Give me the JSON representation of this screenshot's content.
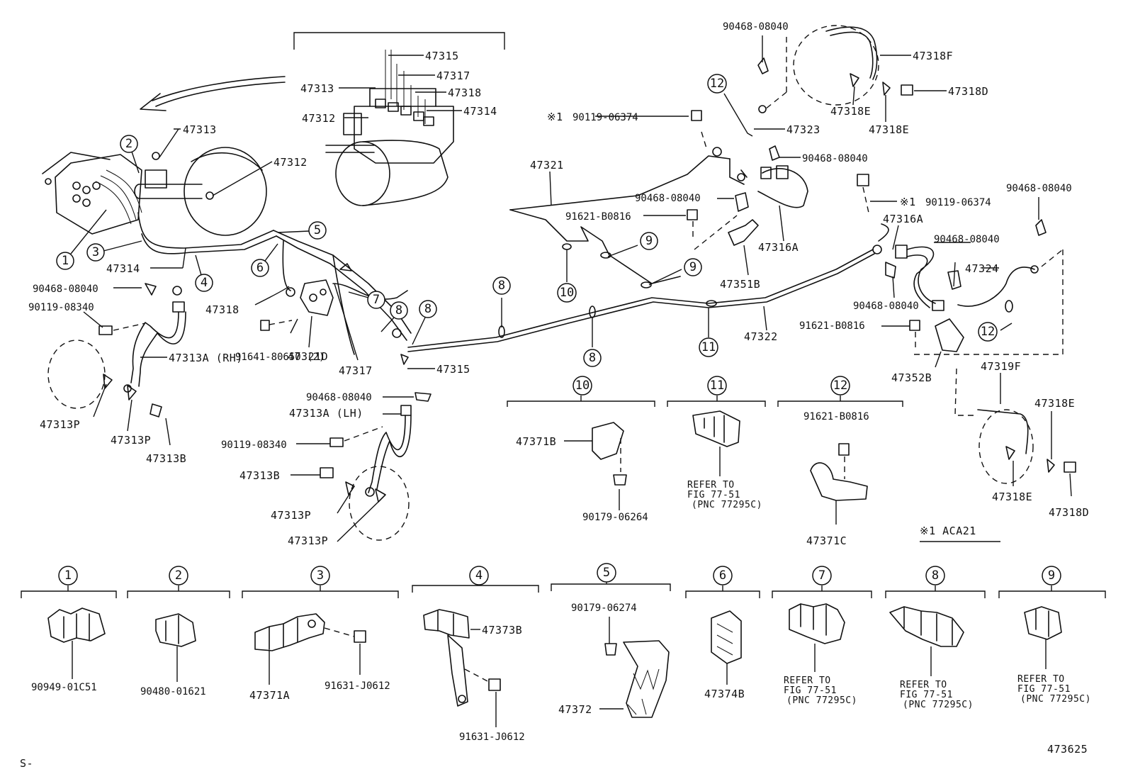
{
  "labels": {
    "p47315a": "47315",
    "p47317a": "47317",
    "p47313a": "47313",
    "p47318a": "47318",
    "p47312a": "47312",
    "p47314a": "47314",
    "p47313b": "47313",
    "p47312b": "47312",
    "p47314b": "47314",
    "p90468a": "90468-08040",
    "p90119a": "90119-08340",
    "p47313A_rh": "47313A (RH)",
    "p47313P_a": "47313P",
    "p47313P_b": "47313P",
    "p47313B_a": "47313B",
    "p47318b": "47318",
    "p91641": "91641-80650 (2)",
    "p47321D": "47321D",
    "p47317b": "47317",
    "p47315b": "47315",
    "p90468b": "90468-08040",
    "p47313A_lh": "47313A (LH)",
    "p90119b": "90119-08340",
    "p47313B_b": "47313B",
    "p47313P_c": "47313P",
    "p47313P_d": "47313P",
    "p90468c": "90468-08040",
    "p47318F": "47318F",
    "p47318D_a": "47318D",
    "p47318E_a": "47318E",
    "p47318E_b": "47318E",
    "p90119c": "90119-06374",
    "p47323": "47323",
    "p47321": "47321",
    "p90468d": "90468-08040",
    "p90468e": "90468-08040",
    "p91621a": "91621-B0816",
    "p47316A_a": "47316A",
    "p47351B": "47351B",
    "p90119d": "90119-06374",
    "p47316A_b": "47316A",
    "p90468f": "90468-08040",
    "p90468g": "90468-08040",
    "p47324": "47324",
    "p90468h": "90468-08040",
    "p91621b": "91621-B0816",
    "p47322": "47322",
    "p47352B": "47352B",
    "p47319F": "47319F",
    "p47318E_c": "47318E",
    "p47318E_d": "47318E",
    "p47318D_b": "47318D",
    "p47371B": "47371B",
    "p90179a": "90179-06264",
    "p91621c": "91621-B0816",
    "p47371C": "47371C",
    "note": "※1 ACA21",
    "mark1a": "※1",
    "mark1b": "※1",
    "p90949": "90949-01C51",
    "p90480": "90480-01621",
    "p47371A": "47371A",
    "p91631a": "91631-J0612",
    "p47373B": "47373B",
    "p91631b": "91631-J0612",
    "p90179b": "90179-06274",
    "p47372": "47372",
    "p47374B": "47374B",
    "figno": "473625",
    "corner": "S-"
  },
  "refer": {
    "line1": "REFER TO",
    "line2": "FIG 77-51",
    "line3": "(PNC 77295C)"
  },
  "callouts": [
    "1",
    "2",
    "3",
    "4",
    "5",
    "6",
    "7",
    "8",
    "9",
    "10",
    "11",
    "12"
  ]
}
